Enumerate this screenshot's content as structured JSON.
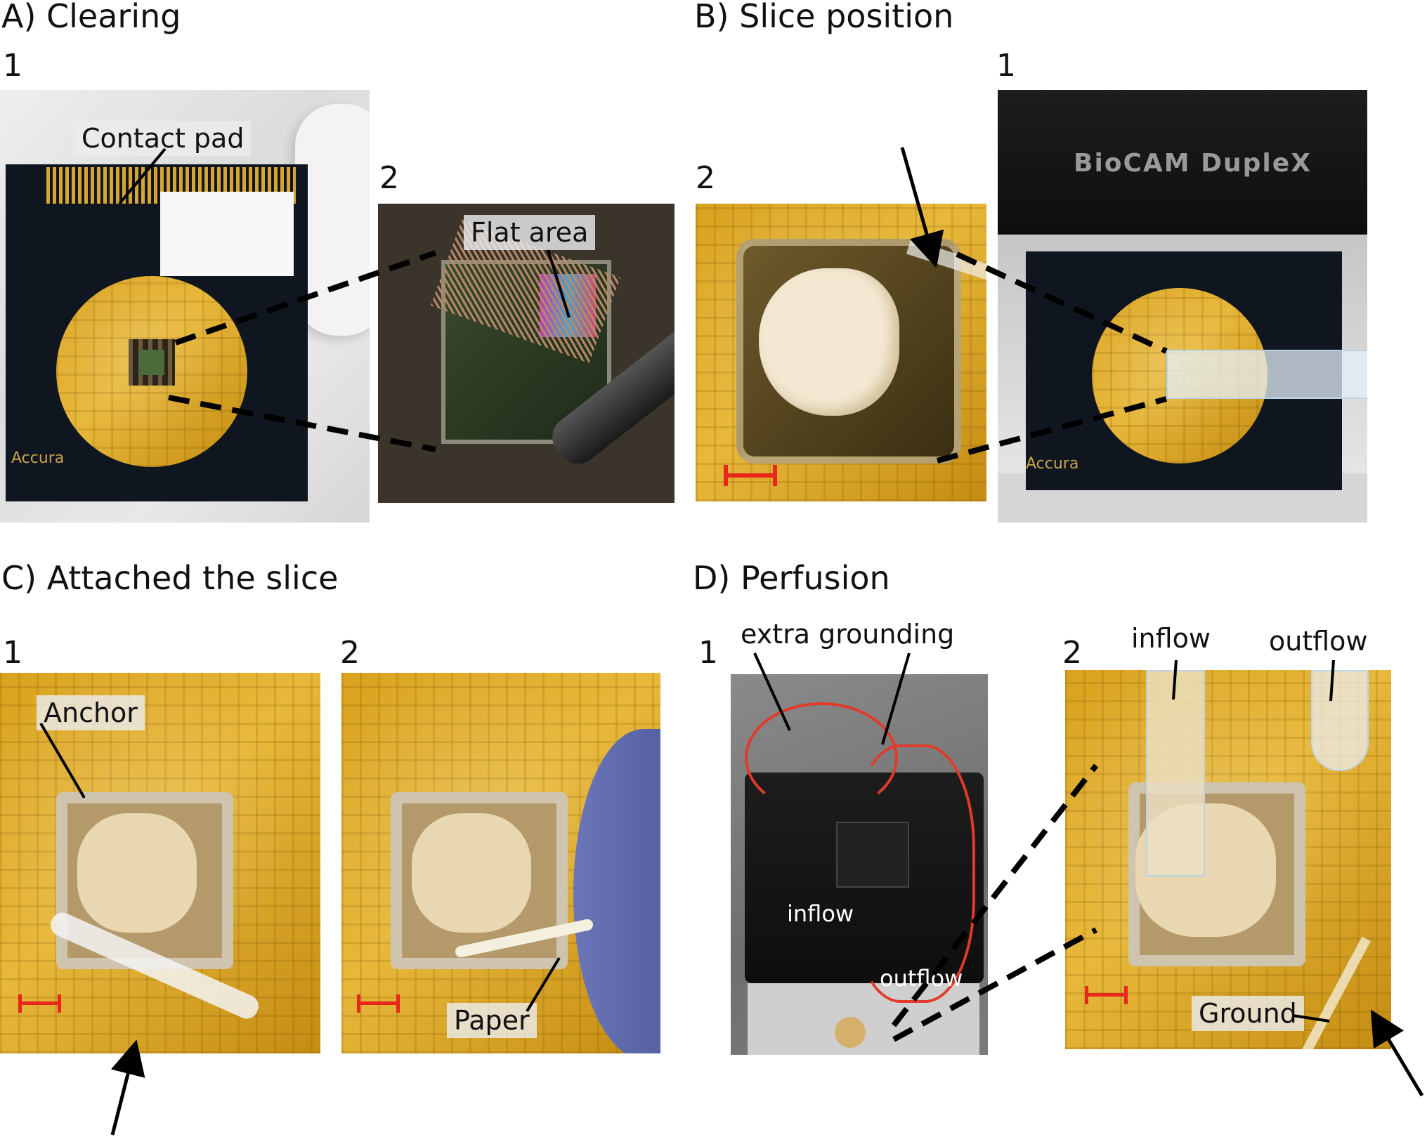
{
  "panels": {
    "a": {
      "title": "A) Clearing",
      "n1": "1",
      "n2": "2",
      "labels": {
        "contact_pad": "Contact pad",
        "flat_area": "Flat area",
        "accura": "Accura"
      }
    },
    "b": {
      "title": "B) Slice position",
      "n1": "1",
      "n2": "2",
      "labels": {
        "device": "BioCAM DupleX",
        "accura": "Accura"
      }
    },
    "c": {
      "title": "C) Attached the slice",
      "n1": "1",
      "n2": "2",
      "labels": {
        "anchor": "Anchor",
        "paper": "Paper"
      }
    },
    "d": {
      "title": "D) Perfusion",
      "n1": "1",
      "n2": "2",
      "labels": {
        "extra_grounding": "extra grounding",
        "inflow_photo": "inflow",
        "outflow_photo": "outflow",
        "inflow": "inflow",
        "outflow": "outflow",
        "ground": "Ground"
      }
    }
  },
  "colors": {
    "scale_bar": "#e8261c",
    "annotation": "#000000",
    "board_gold": "#e0ad2c"
  }
}
